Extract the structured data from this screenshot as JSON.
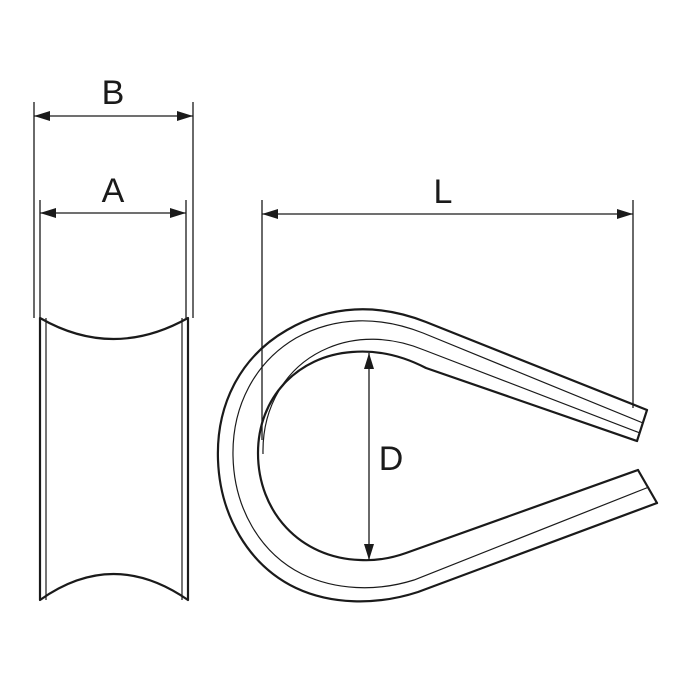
{
  "labels": {
    "width_outer": "B",
    "width_inner": "A",
    "length": "L",
    "diameter": "D"
  },
  "colors": {
    "line": "#1a1a1a",
    "background": "#ffffff"
  }
}
